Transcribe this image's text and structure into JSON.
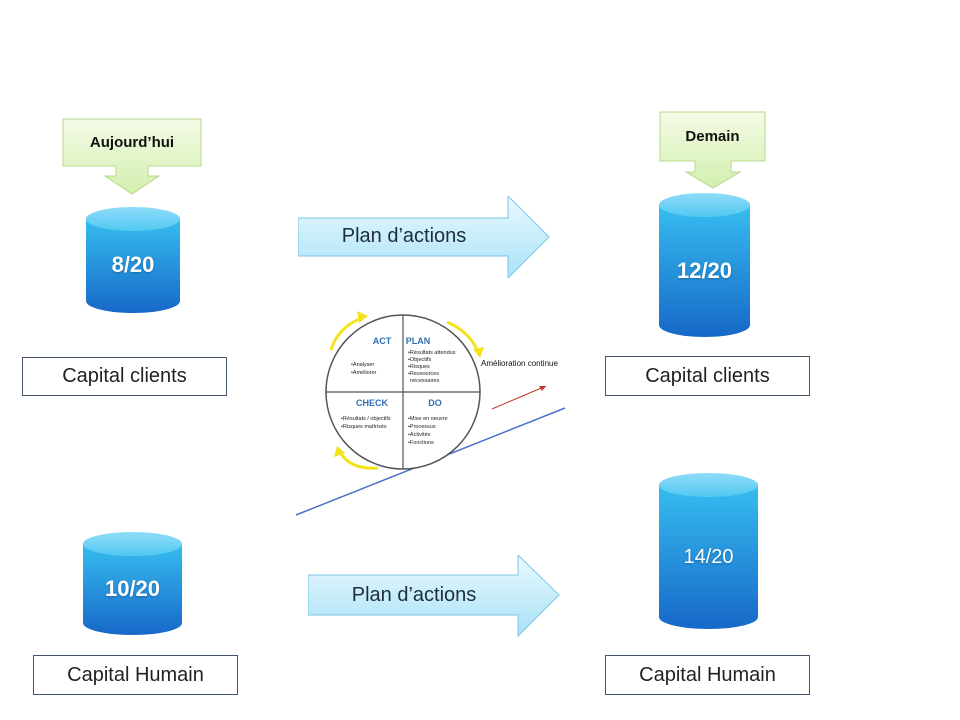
{
  "callouts": {
    "today": "Aujourd’hui",
    "tomorrow": "Demain"
  },
  "today": {
    "clients": {
      "score": "8/20",
      "label": "Capital clients"
    },
    "humain": {
      "score": "10/20",
      "label": "Capital Humain"
    }
  },
  "tomorrow": {
    "clients": {
      "score": "12/20",
      "label": "Capital clients"
    },
    "humain": {
      "score": "14/20",
      "label": "Capital Humain"
    }
  },
  "arrows": {
    "top": "Plan d’actions",
    "bottom": "Plan d’actions"
  },
  "pdca": {
    "act": {
      "title": "ACT",
      "items": [
        "•Analyser",
        "•Améliorer"
      ]
    },
    "plan": {
      "title": "PLAN",
      "items": [
        "•Résultats attendus",
        "•Objectifs",
        "•Risques",
        "•Ressources",
        "nécessaires"
      ]
    },
    "check": {
      "title": "CHECK",
      "items": [
        "•Résultats / objectifs",
        "•Risques maîtrisés"
      ]
    },
    "do": {
      "title": "DO",
      "items": [
        "•Mise en oeuvre",
        "•Processus",
        "•Activités",
        "•Fonctions"
      ]
    },
    "continuous": "Amélioration continue"
  },
  "colors": {
    "cylinder_light": "#3cc2f2",
    "cylinder_dark": "#1769c9",
    "callout_fill": "#d5f0b4",
    "arrow_fill": "#cdeefb",
    "pdca_title": "#2f6fb3",
    "rotation_arrow": "#f2e31b",
    "ramp_line": "#4a73c9"
  }
}
